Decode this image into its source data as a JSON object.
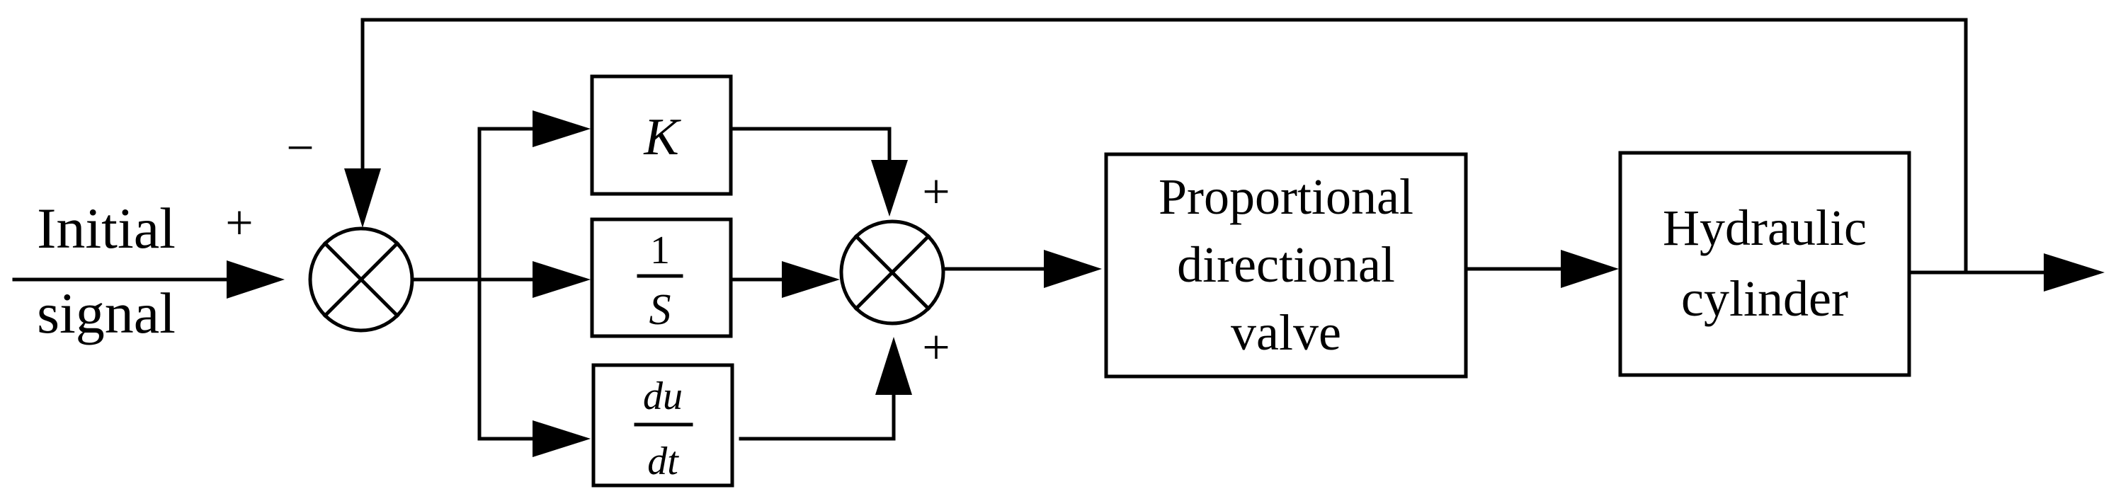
{
  "input": {
    "line1": "Initial",
    "line2": "signal"
  },
  "signs": {
    "input_plus": "+",
    "feedback_minus": "−",
    "sum2_top_plus": "+",
    "sum2_bottom_plus": "+"
  },
  "blocks": {
    "proportional": "K",
    "integral_num": "1",
    "integral_den": "S",
    "derivative_num": "du",
    "derivative_den": "dt",
    "valve_line1": "Proportional",
    "valve_line2": "directional",
    "valve_line3": "valve",
    "cylinder_line1": "Hydraulic",
    "cylinder_line2": "cylinder"
  }
}
